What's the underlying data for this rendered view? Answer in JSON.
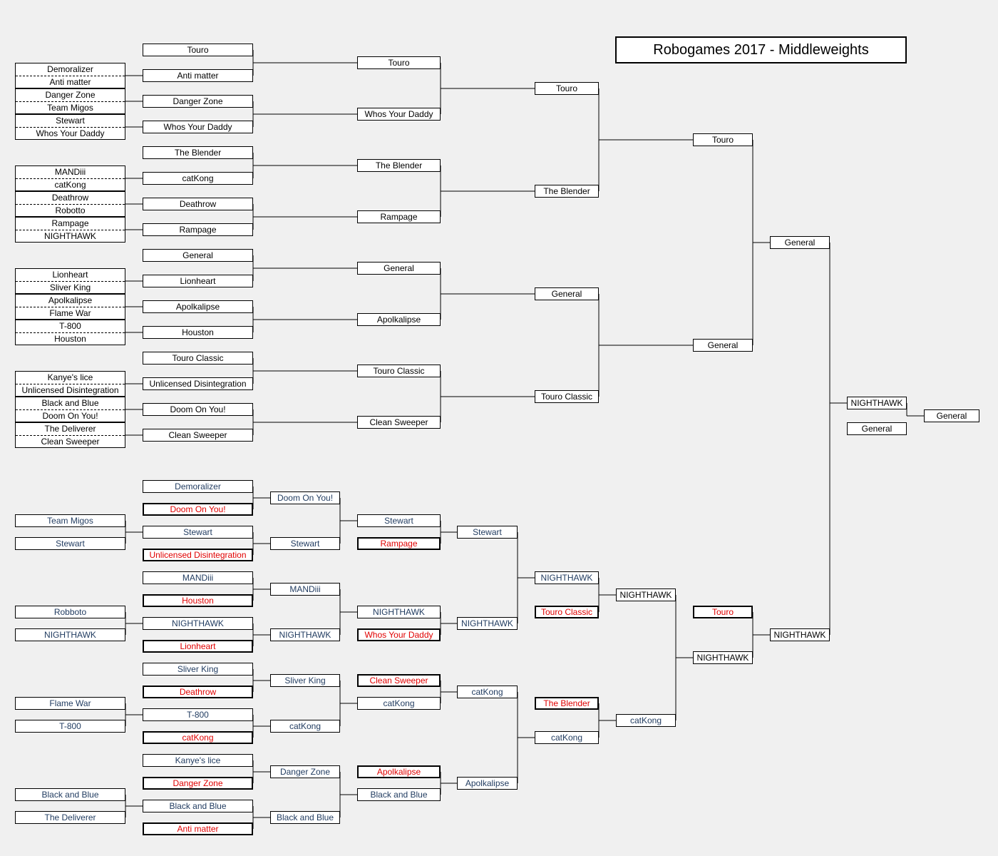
{
  "title": "Robogames 2017 - Middleweights",
  "colors": {
    "background": "#f0f0f0",
    "loser_text": "#e00000",
    "lower_text": "#1f3a5f"
  },
  "pairs": [
    [
      "Demoralizer",
      "Anti matter"
    ],
    [
      "Danger Zone",
      "Team Migos"
    ],
    [
      "Stewart",
      "Whos Your Daddy"
    ],
    [
      "MANDiii",
      "catKong"
    ],
    [
      "Deathrow",
      "Robotto"
    ],
    [
      "Rampage",
      "NIGHTHAWK"
    ],
    [
      "Lionheart",
      "Sliver King"
    ],
    [
      "Apolkalipse",
      "Flame War"
    ],
    [
      "T-800",
      "Houston"
    ],
    [
      "Kanye's lice",
      "Unlicensed Disintegration"
    ],
    [
      "Black and Blue",
      "Doom On You!"
    ],
    [
      "The Deliverer",
      "Clean Sweeper"
    ]
  ],
  "upper": {
    "r1": [
      "Touro",
      "Anti matter",
      "Danger Zone",
      "Whos Your Daddy",
      "The Blender",
      "catKong",
      "Deathrow",
      "Rampage",
      "General",
      "Lionheart",
      "Apolkalipse",
      "Houston",
      "Touro Classic",
      "Unlicensed Disintegration",
      "Doom On You!",
      "Clean Sweeper"
    ],
    "r2": [
      "Touro",
      "Whos Your Daddy",
      "The Blender",
      "Rampage",
      "General",
      "Apolkalipse",
      "Touro Classic",
      "Clean Sweeper"
    ],
    "r3": [
      "Touro",
      "The Blender",
      "General",
      "Touro Classic"
    ],
    "r4": [
      "Touro",
      "General"
    ],
    "r5": [
      "General"
    ]
  },
  "lower": {
    "entries": [
      "Team Migos",
      "Stewart",
      "Robboto",
      "NIGHTHAWK",
      "Flame War",
      "T-800",
      "Black and Blue",
      "The Deliverer"
    ],
    "c1": [
      "Demoralizer",
      "Doom On You!",
      "Stewart",
      "Unlicensed Disintegration",
      "MANDiii",
      "Houston",
      "NIGHTHAWK",
      "Lionheart",
      "Sliver King",
      "Deathrow",
      "T-800",
      "catKong",
      "Kanye's lice",
      "Danger Zone",
      "Black and Blue",
      "Anti matter"
    ],
    "c2": [
      "Doom On You!",
      "Stewart",
      "MANDiii",
      "NIGHTHAWK",
      "Sliver King",
      "catKong",
      "Danger Zone",
      "Black and Blue"
    ],
    "c3": [
      "Stewart",
      "Rampage",
      "NIGHTHAWK",
      "Whos Your Daddy",
      "Clean Sweeper",
      "catKong",
      "Apolkalipse",
      "Black and Blue"
    ],
    "c4": [
      "Stewart",
      "NIGHTHAWK",
      "catKong",
      "Apolkalipse"
    ],
    "c5": [
      "NIGHTHAWK",
      "Touro Classic",
      "The Blender",
      "catKong"
    ],
    "c6": [
      "NIGHTHAWK",
      "catKong"
    ],
    "c7": [
      "Touro",
      "NIGHTHAWK"
    ],
    "c8": [
      "NIGHTHAWK"
    ]
  },
  "finals": [
    "NIGHTHAWK",
    "General"
  ],
  "champion": "General"
}
